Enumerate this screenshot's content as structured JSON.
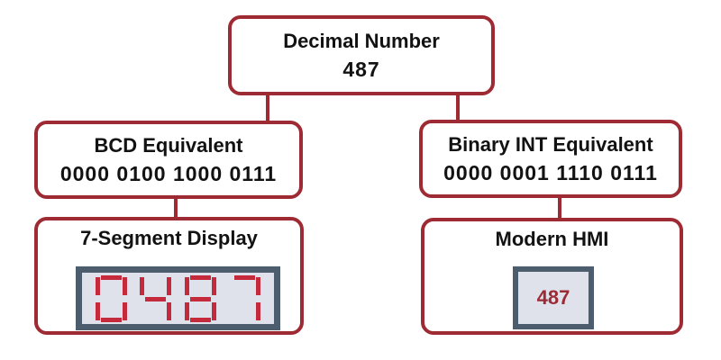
{
  "diagram": {
    "root": {
      "title": "Decimal Number",
      "value": "487"
    },
    "bcd": {
      "title": "BCD Equivalent",
      "value": "0000 0100 1000 0111"
    },
    "binary": {
      "title": "Binary INT Equivalent",
      "value": "0000 0001 1110 0111"
    },
    "seven_segment": {
      "title": "7-Segment Display",
      "display_value": "0487"
    },
    "hmi": {
      "title": "Modern HMI",
      "display_value": "487"
    }
  },
  "colors": {
    "box_border": "#9e2b33",
    "connector": "#9e2b33",
    "segment_red": "#c52a3c",
    "display_frame": "#4c5d6e",
    "display_background": "#dfe2eb",
    "hmi_value_text": "#9c2b35",
    "text": "#121212",
    "page_background": "#ffffff"
  }
}
